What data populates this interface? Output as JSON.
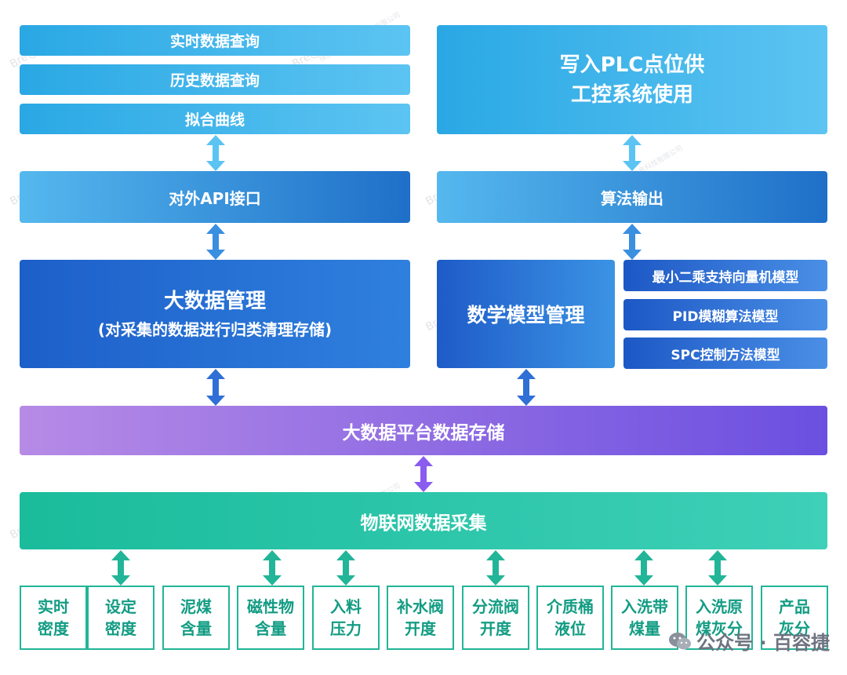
{
  "left_stack": {
    "realtime_query": "实时数据查询",
    "history_query": "历史数据查询",
    "curve_fit": "拟合曲线"
  },
  "plc": {
    "line1": "写入PLC点位供",
    "line2": "工控系统使用"
  },
  "api": "对外API接口",
  "algo_output": "算法输出",
  "bigdata_mgmt": {
    "title": "大数据管理",
    "subtitle": "(对采集的数据进行归类清理存储)"
  },
  "math_model": "数学模型管理",
  "models": [
    "最小二乘支持向量机模型",
    "PID模糊算法模型",
    "SPC控制方法模型"
  ],
  "platform_storage": "大数据平台数据存储",
  "iot_collection": "物联网数据采集",
  "sensors": [
    "实时\n密度",
    "设定\n密度",
    "泥煤\n含量",
    "磁性物\n含量",
    "入料\n压力",
    "补水阀\n开度",
    "分流阀\n开度",
    "介质桶\n液位",
    "入洗带\n煤量",
    "入洗原\n煤灰分",
    "产品\n灰分"
  ],
  "watermark": {
    "logo": "Bre@dth",
    "company": "陕西百容捷信息科技有限公司"
  },
  "footer": {
    "label": "公众号 · 百容捷"
  },
  "colors": {
    "teal": "#1abc9c",
    "purple": "#6b4fe0",
    "blue_deep": "#1d5fc9",
    "blue_light": "#2aa8e4",
    "arrow_blue": "#3a8fe0",
    "arrow_teal": "#22b598"
  }
}
